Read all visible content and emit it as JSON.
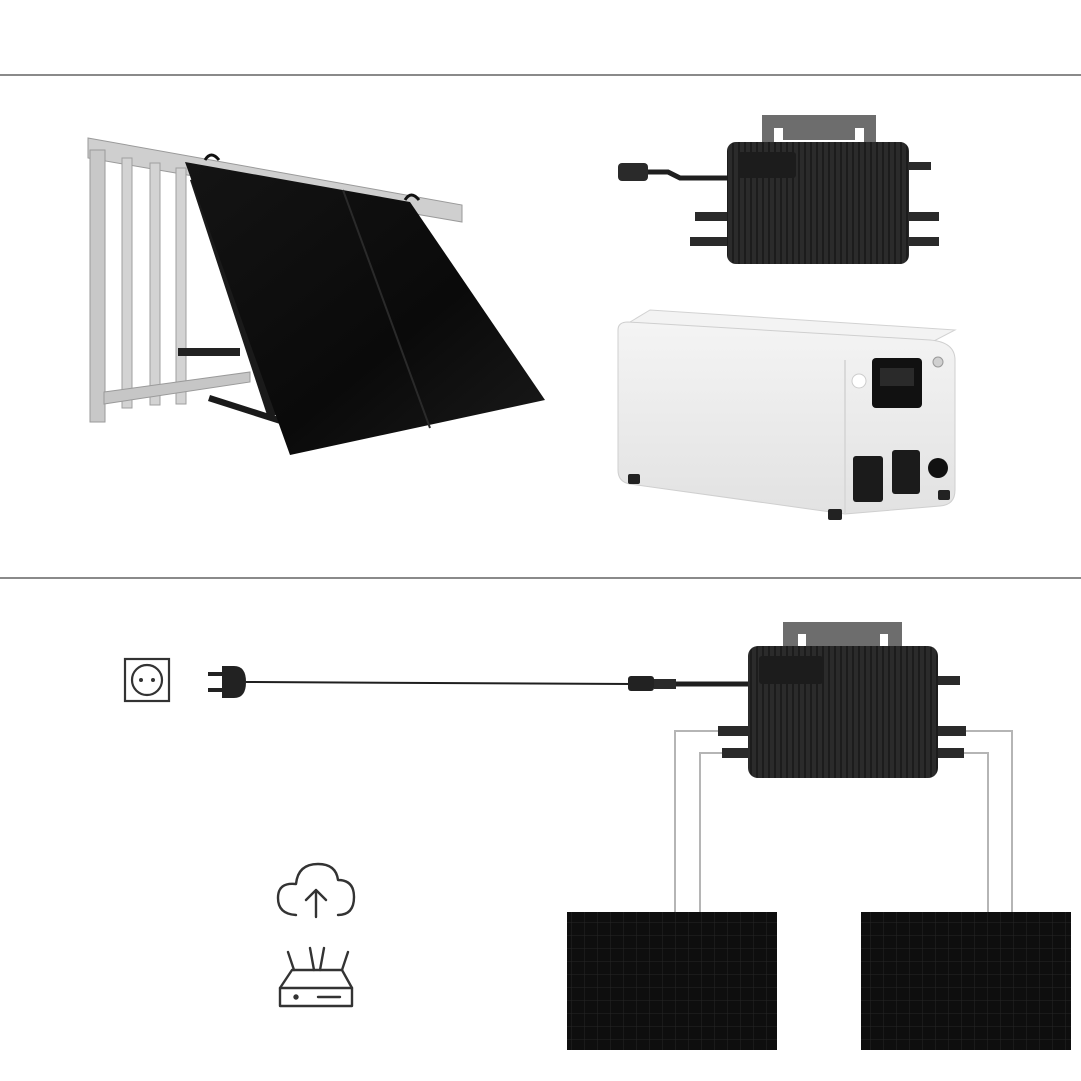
{
  "colors": {
    "background": "#ffffff",
    "divider": "#8a8a8a",
    "panel": "#0e0e0e",
    "inverter": "#2b2b2b",
    "battery_body": "#eeeeee",
    "rail": "#c9c9c9",
    "cable": "#1f1f1f",
    "wire": "#b5b5b5",
    "icon_stroke": "#333333"
  },
  "sections": {
    "products": {
      "items": [
        {
          "name": "balcony-solar-panel",
          "icon": "solar-panel-on-railing"
        },
        {
          "name": "microinverter",
          "icon": "microinverter"
        },
        {
          "name": "battery-storage",
          "icon": "battery-unit"
        }
      ]
    },
    "wiring_diagram": {
      "items": [
        {
          "name": "wall-socket",
          "icon": "wall-socket-icon"
        },
        {
          "name": "plug",
          "icon": "plug-icon"
        },
        {
          "name": "cloud-upload",
          "icon": "cloud-upload-icon"
        },
        {
          "name": "router",
          "icon": "router-icon"
        },
        {
          "name": "microinverter",
          "icon": "microinverter"
        },
        {
          "name": "solar-panel-left",
          "icon": "solar-panel"
        },
        {
          "name": "solar-panel-right",
          "icon": "solar-panel"
        }
      ]
    }
  }
}
